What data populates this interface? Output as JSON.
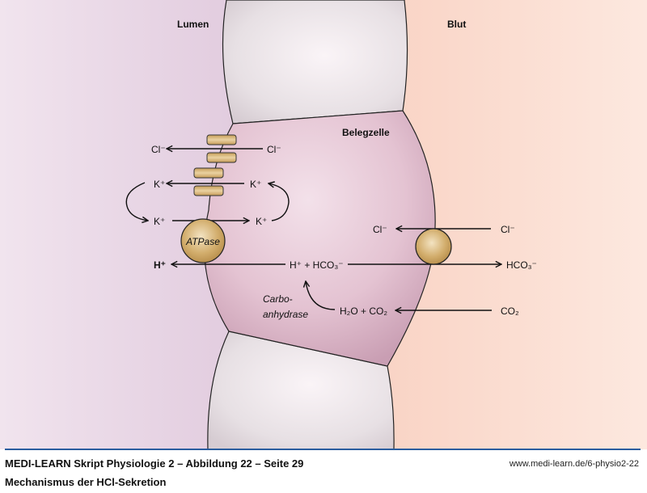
{
  "regions": {
    "lumen": "Lumen",
    "blood": "Blut",
    "cell": "Belegzelle"
  },
  "apical": {
    "cl_out": "Cl⁻",
    "cl_in": "Cl⁻",
    "k_top_left": "K⁺",
    "k_top_right": "K⁺",
    "k_bottom_left": "K⁺",
    "k_bottom_right": "K⁺",
    "atpase": "ATPase",
    "h_out": "H⁺"
  },
  "intracellular": {
    "h_hco3": "H⁺ + HCO₃⁻",
    "h2o_co2": "H₂O + CO₂",
    "enzyme_line1": "Carbo-",
    "enzyme_line2": "anhydrase"
  },
  "basolateral": {
    "cl_in": "Cl⁻",
    "cl_out": "Cl⁻",
    "hco3_out": "HCO₃⁻",
    "co2_blood": "CO₂"
  },
  "colors": {
    "lumen_bg": "#e3cfe0",
    "blood_bg": "#fad6c8",
    "cell_fill": "#e2bfcf",
    "neighbor_cell_fill": "#ece6ea",
    "transporter": "#c9a35f",
    "caption_rule": "#2a5d9f"
  },
  "caption": {
    "title": "MEDI-LEARN Skript Physiologie 2 – Abbildung 22 – Seite 29",
    "subtitle": "Mechanismus der HCl-Sekretion",
    "url": "www.medi-learn.de/6-physio2-22"
  }
}
